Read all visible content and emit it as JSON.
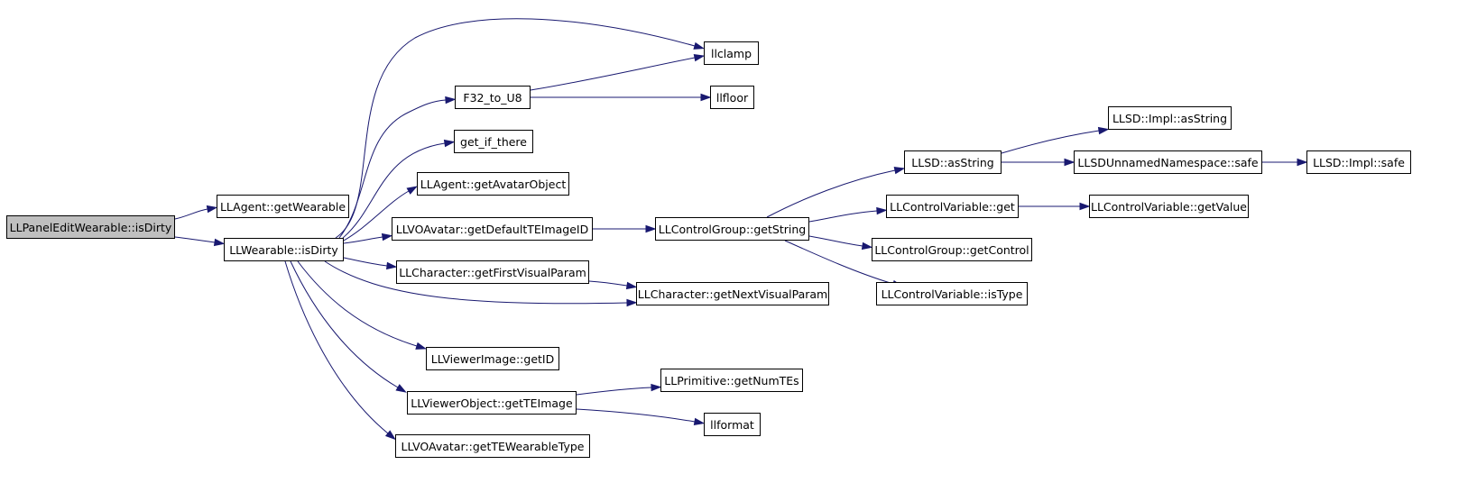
{
  "graph": {
    "title": "",
    "colors": {
      "edge": "#191970",
      "root_fill": "#bfbfbf",
      "node_fill": "#ffffff",
      "node_border": "#000000"
    },
    "nodes": [
      {
        "id": "panel_isdirty",
        "label": "LLPanelEditWearable::isDirty",
        "root": true
      },
      {
        "id": "agent_getwearable",
        "label": "LLAgent::getWearable"
      },
      {
        "id": "wearable_isdirty",
        "label": "LLWearable::isDirty"
      },
      {
        "id": "llclamp",
        "label": "llclamp"
      },
      {
        "id": "f32_to_u8",
        "label": "F32_to_U8"
      },
      {
        "id": "llfloor",
        "label": "llfloor"
      },
      {
        "id": "get_if_there",
        "label": "get_if_there"
      },
      {
        "id": "agent_getavatarobject",
        "label": "LLAgent::getAvatarObject"
      },
      {
        "id": "voavatar_getdefaultteimageid",
        "label": "LLVOAvatar::getDefaultTEImageID"
      },
      {
        "id": "controlgroup_getstring",
        "label": "LLControlGroup::getString"
      },
      {
        "id": "llsd_asstring",
        "label": "LLSD::asString"
      },
      {
        "id": "llsd_impl_asstring",
        "label": "LLSD::Impl::asString"
      },
      {
        "id": "llsd_unnamed_safe",
        "label": "LLSDUnnamedNamespace::safe"
      },
      {
        "id": "llsd_impl_safe",
        "label": "LLSD::Impl::safe"
      },
      {
        "id": "controlvariable_get",
        "label": "LLControlVariable::get"
      },
      {
        "id": "controlvariable_getvalue",
        "label": "LLControlVariable::getValue"
      },
      {
        "id": "controlgroup_getcontrol",
        "label": "LLControlGroup::getControl"
      },
      {
        "id": "controlvariable_istype",
        "label": "LLControlVariable::isType"
      },
      {
        "id": "character_getfirstvisualparam",
        "label": "LLCharacter::getFirstVisualParam"
      },
      {
        "id": "character_getnextvisualparam",
        "label": "LLCharacter::getNextVisualParam"
      },
      {
        "id": "viewerimage_getid",
        "label": "LLViewerImage::getID"
      },
      {
        "id": "viewerobject_getteimage",
        "label": "LLViewerObject::getTEImage"
      },
      {
        "id": "primitive_getnumtes",
        "label": "LLPrimitive::getNumTEs"
      },
      {
        "id": "llformat",
        "label": "llformat"
      },
      {
        "id": "voavatar_gettewearabletype",
        "label": "LLVOAvatar::getTEWearableType"
      }
    ],
    "edges": [
      {
        "from": "panel_isdirty",
        "to": "agent_getwearable"
      },
      {
        "from": "panel_isdirty",
        "to": "wearable_isdirty"
      },
      {
        "from": "wearable_isdirty",
        "to": "llclamp"
      },
      {
        "from": "wearable_isdirty",
        "to": "f32_to_u8"
      },
      {
        "from": "wearable_isdirty",
        "to": "get_if_there"
      },
      {
        "from": "wearable_isdirty",
        "to": "agent_getavatarobject"
      },
      {
        "from": "wearable_isdirty",
        "to": "voavatar_getdefaultteimageid"
      },
      {
        "from": "wearable_isdirty",
        "to": "character_getfirstvisualparam"
      },
      {
        "from": "wearable_isdirty",
        "to": "character_getnextvisualparam"
      },
      {
        "from": "wearable_isdirty",
        "to": "viewerimage_getid"
      },
      {
        "from": "wearable_isdirty",
        "to": "viewerobject_getteimage"
      },
      {
        "from": "wearable_isdirty",
        "to": "voavatar_gettewearabletype"
      },
      {
        "from": "f32_to_u8",
        "to": "llclamp"
      },
      {
        "from": "f32_to_u8",
        "to": "llfloor"
      },
      {
        "from": "voavatar_getdefaultteimageid",
        "to": "controlgroup_getstring"
      },
      {
        "from": "controlgroup_getstring",
        "to": "llsd_asstring"
      },
      {
        "from": "controlgroup_getstring",
        "to": "controlvariable_get"
      },
      {
        "from": "controlgroup_getstring",
        "to": "controlgroup_getcontrol"
      },
      {
        "from": "controlgroup_getstring",
        "to": "controlvariable_istype"
      },
      {
        "from": "llsd_asstring",
        "to": "llsd_impl_asstring"
      },
      {
        "from": "llsd_asstring",
        "to": "llsd_unnamed_safe"
      },
      {
        "from": "llsd_unnamed_safe",
        "to": "llsd_impl_safe"
      },
      {
        "from": "controlvariable_get",
        "to": "controlvariable_getvalue"
      },
      {
        "from": "character_getfirstvisualparam",
        "to": "character_getnextvisualparam"
      },
      {
        "from": "viewerobject_getteimage",
        "to": "primitive_getnumtes"
      },
      {
        "from": "viewerobject_getteimage",
        "to": "llformat"
      }
    ]
  }
}
